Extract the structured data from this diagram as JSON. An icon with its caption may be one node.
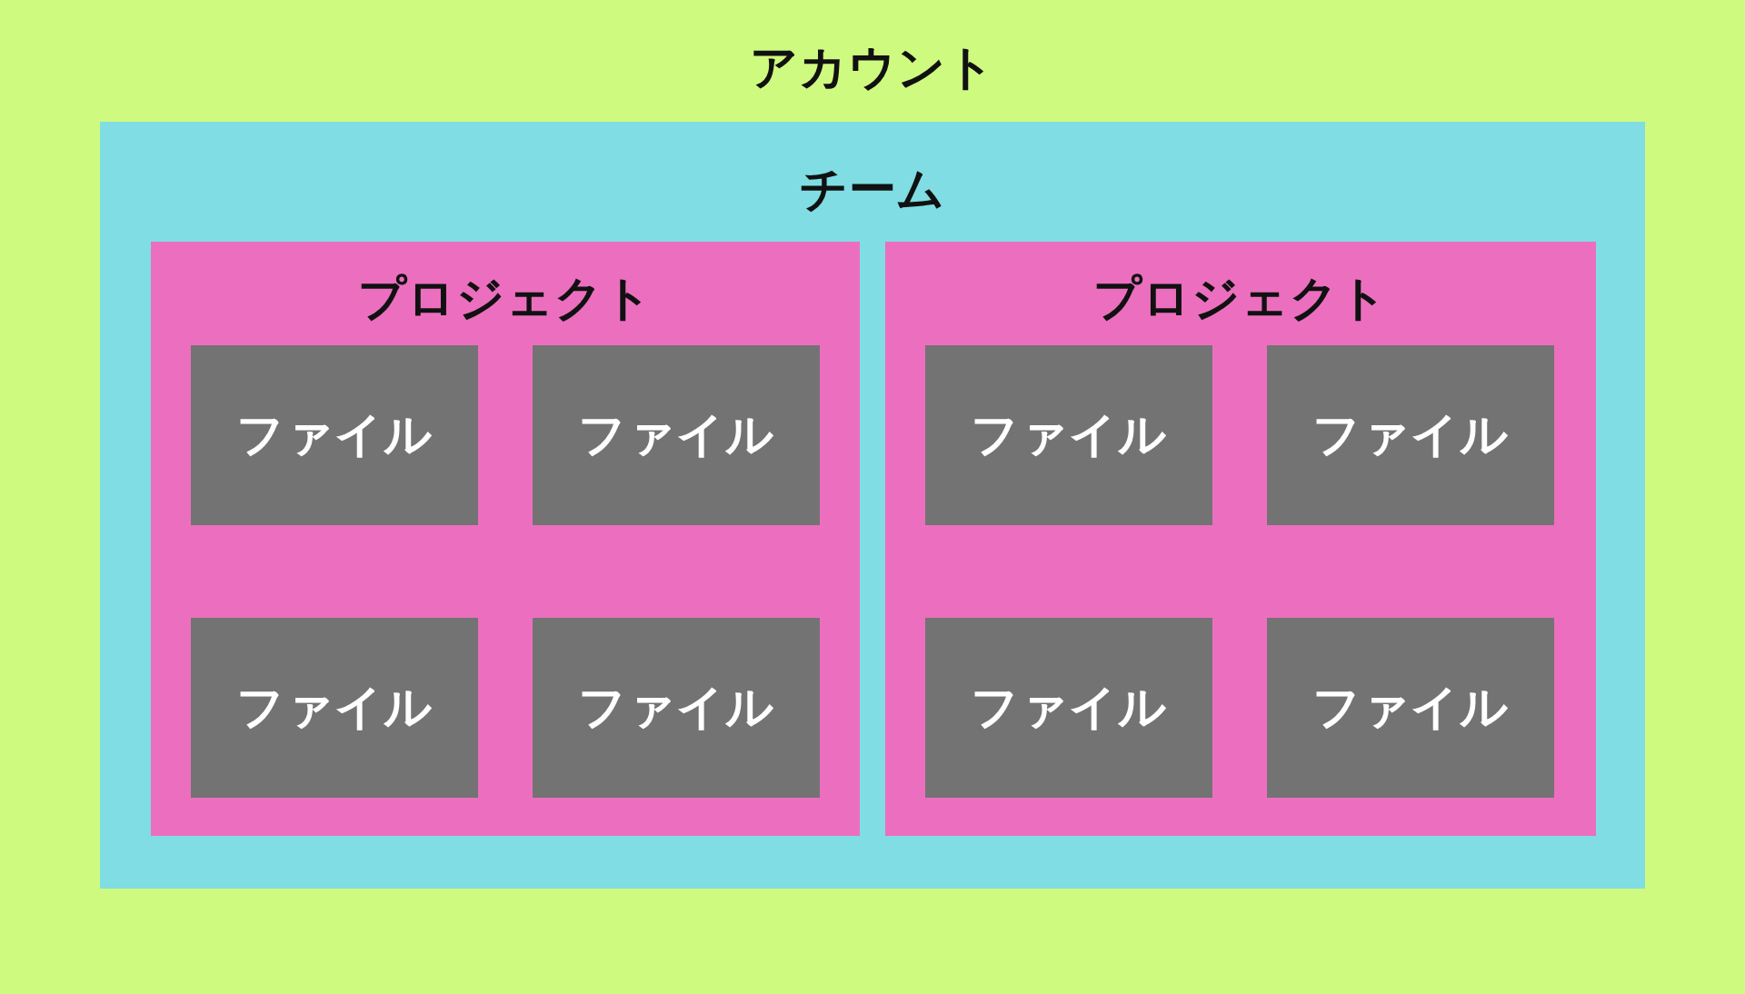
{
  "diagram": {
    "nodes": [
      {
        "text": [
          "アカウント"
        ]
      },
      {
        "text": [
          "チーム"
        ],
        "in": 0
      },
      {
        "text": [
          "プロジェクト"
        ],
        "in": 1
      },
      {
        "text": [
          "ファイル"
        ],
        "in": 2
      },
      {
        "text": [
          "ファイル"
        ],
        "in": 2
      },
      {
        "text": [
          "ファイル"
        ],
        "in": 2
      },
      {
        "text": [
          "ファイル"
        ],
        "in": 2
      },
      {
        "text": [
          "プロジェクト"
        ],
        "in": 1
      },
      {
        "text": [
          "ファイル"
        ],
        "in": 7
      },
      {
        "text": [
          "ファイル"
        ],
        "in": 7
      },
      {
        "text": [
          "ファイル"
        ],
        "in": 7
      },
      {
        "text": [
          "ファイル"
        ],
        "in": 7
      }
    ]
  }
}
